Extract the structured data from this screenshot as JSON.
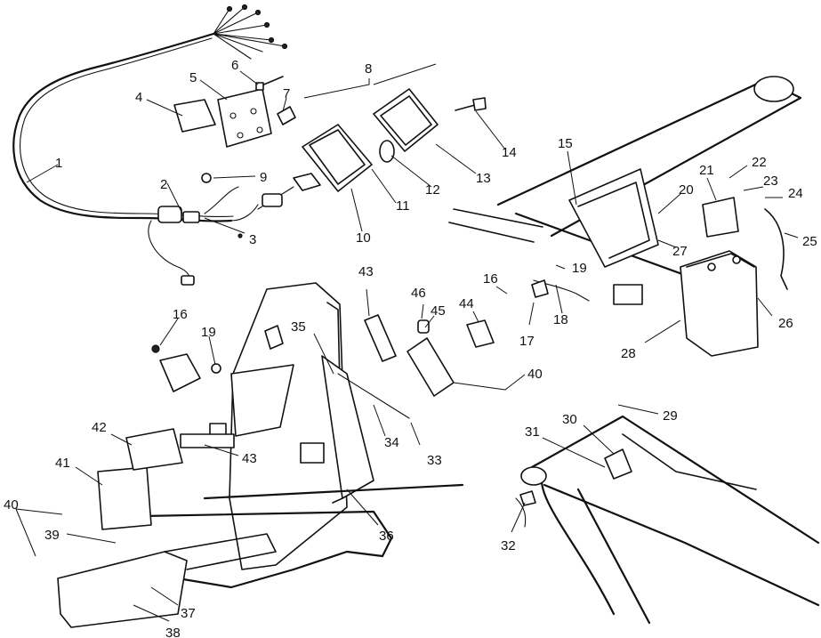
{
  "diagram": {
    "callouts": [
      {
        "id": "1",
        "text": "1"
      },
      {
        "id": "2",
        "text": "2"
      },
      {
        "id": "3",
        "text": "3"
      },
      {
        "id": "4",
        "text": "4"
      },
      {
        "id": "5",
        "text": "5"
      },
      {
        "id": "6",
        "text": "6"
      },
      {
        "id": "7",
        "text": "7"
      },
      {
        "id": "8",
        "text": "8"
      },
      {
        "id": "9",
        "text": "9"
      },
      {
        "id": "10",
        "text": "10"
      },
      {
        "id": "11",
        "text": "11"
      },
      {
        "id": "12",
        "text": "12"
      },
      {
        "id": "13",
        "text": "13"
      },
      {
        "id": "14",
        "text": "14"
      },
      {
        "id": "15",
        "text": "15"
      },
      {
        "id": "16a",
        "text": "16"
      },
      {
        "id": "16b",
        "text": "16"
      },
      {
        "id": "17",
        "text": "17"
      },
      {
        "id": "18",
        "text": "18"
      },
      {
        "id": "19a",
        "text": "19"
      },
      {
        "id": "19b",
        "text": "19"
      },
      {
        "id": "20",
        "text": "20"
      },
      {
        "id": "21",
        "text": "21"
      },
      {
        "id": "22",
        "text": "22"
      },
      {
        "id": "23",
        "text": "23"
      },
      {
        "id": "24",
        "text": "24"
      },
      {
        "id": "25",
        "text": "25"
      },
      {
        "id": "26",
        "text": "26"
      },
      {
        "id": "27",
        "text": "27"
      },
      {
        "id": "28",
        "text": "28"
      },
      {
        "id": "29",
        "text": "29"
      },
      {
        "id": "30",
        "text": "30"
      },
      {
        "id": "31",
        "text": "31"
      },
      {
        "id": "32",
        "text": "32"
      },
      {
        "id": "33",
        "text": "33"
      },
      {
        "id": "34",
        "text": "34"
      },
      {
        "id": "35",
        "text": "35"
      },
      {
        "id": "36",
        "text": "36"
      },
      {
        "id": "37",
        "text": "37"
      },
      {
        "id": "38",
        "text": "38"
      },
      {
        "id": "39",
        "text": "39"
      },
      {
        "id": "40a",
        "text": "40"
      },
      {
        "id": "40b",
        "text": "40"
      },
      {
        "id": "41",
        "text": "41"
      },
      {
        "id": "42",
        "text": "42"
      },
      {
        "id": "43a",
        "text": "43"
      },
      {
        "id": "43b",
        "text": "43"
      },
      {
        "id": "44",
        "text": "44"
      },
      {
        "id": "45",
        "text": "45"
      },
      {
        "id": "46",
        "text": "46"
      }
    ]
  }
}
